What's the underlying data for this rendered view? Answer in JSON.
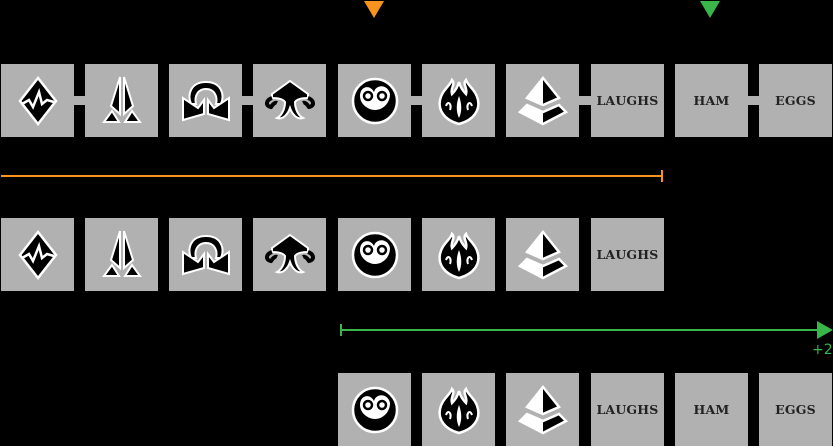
{
  "colors": {
    "background": "#000000",
    "tile": "#b1b1b1",
    "orange": "#f7931e",
    "green": "#39b54a"
  },
  "markers": {
    "orange": {
      "label": "orange-marker",
      "position_index": 4
    },
    "green": {
      "label": "green-marker",
      "position_index": 8
    }
  },
  "rows": [
    {
      "name": "full-sequence",
      "tiles": [
        {
          "icon": "diamond-zigzag-icon"
        },
        {
          "icon": "split-spire-icon"
        },
        {
          "icon": "omega-arch-icon"
        },
        {
          "icon": "tentacle-mushroom-icon"
        },
        {
          "icon": "swirl-ring-icon"
        },
        {
          "icon": "ornate-flame-icon"
        },
        {
          "icon": "layered-pyramid-icon"
        },
        {
          "label": "LAUGHS"
        },
        {
          "label": "HAM"
        },
        {
          "label": "EGGS"
        }
      ],
      "connectors": [
        [
          0,
          1
        ],
        [
          2,
          3
        ],
        [
          4,
          5
        ],
        [
          6,
          7
        ],
        [
          8,
          9
        ]
      ]
    },
    {
      "name": "truncated-sequence",
      "tiles": [
        {
          "icon": "diamond-zigzag-icon"
        },
        {
          "icon": "split-spire-icon"
        },
        {
          "icon": "omega-arch-icon"
        },
        {
          "icon": "tentacle-mushroom-icon"
        },
        {
          "icon": "swirl-ring-icon"
        },
        {
          "icon": "ornate-flame-icon"
        },
        {
          "icon": "layered-pyramid-icon"
        },
        {
          "label": "LAUGHS"
        }
      ]
    },
    {
      "name": "shifted-sequence",
      "tiles": [
        {
          "icon": "swirl-ring-icon"
        },
        {
          "icon": "ornate-flame-icon"
        },
        {
          "icon": "layered-pyramid-icon"
        },
        {
          "label": "LAUGHS"
        },
        {
          "label": "HAM"
        },
        {
          "label": "EGGS"
        }
      ]
    }
  ],
  "labels": {
    "laughs": "LAUGHS",
    "ham": "HAM",
    "eggs": "EGGS",
    "green_offset": "+2"
  }
}
